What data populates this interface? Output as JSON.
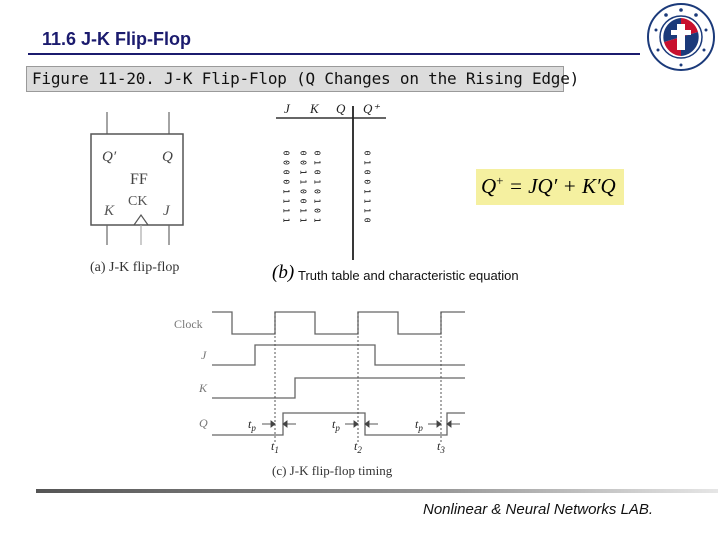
{
  "slide": {
    "title": "11.6 J-K Flip-Flop",
    "caption": "Figure 11-20. J-K Flip-Flop (Q Changes on the Rising Edge)",
    "footer": "Nonlinear & Neural Networks LAB."
  },
  "logo": {
    "icon": "university-seal-icon",
    "accent": "#1b3a7a",
    "red": "#c8102e"
  },
  "flipflop": {
    "q_prime": "Q′",
    "q": "Q",
    "ff": "FF",
    "ck": "CK",
    "k": "K",
    "j": "J",
    "label": "(a) J-K flip-flop"
  },
  "truth_table": {
    "headers": [
      "J",
      "K",
      "Q",
      "Q⁺"
    ],
    "rows": [
      [
        "0",
        "0",
        "0",
        "0"
      ],
      [
        "0",
        "0",
        "1",
        "1"
      ],
      [
        "0",
        "1",
        "0",
        "0"
      ],
      [
        "0",
        "1",
        "1",
        "0"
      ],
      [
        "1",
        "0",
        "0",
        "1"
      ],
      [
        "1",
        "0",
        "1",
        "1"
      ],
      [
        "1",
        "1",
        "0",
        "1"
      ],
      [
        "1",
        "1",
        "1",
        "0"
      ]
    ],
    "label_b": "(b)",
    "label": "Truth table and characteristic equation"
  },
  "equation": {
    "lhs": "Q",
    "sup": "+",
    "rhs": " = JQ′ + K′Q",
    "highlight": "#f5f0a0"
  },
  "timing": {
    "signals": [
      "Clock",
      "J",
      "K",
      "Q"
    ],
    "tp": "t",
    "tp_sub": "p",
    "t1": "t",
    "t1_sub": "1",
    "t2": "t",
    "t2_sub": "2",
    "t3": "t",
    "t3_sub": "3",
    "label": "(c) J-K flip-flop timing"
  }
}
